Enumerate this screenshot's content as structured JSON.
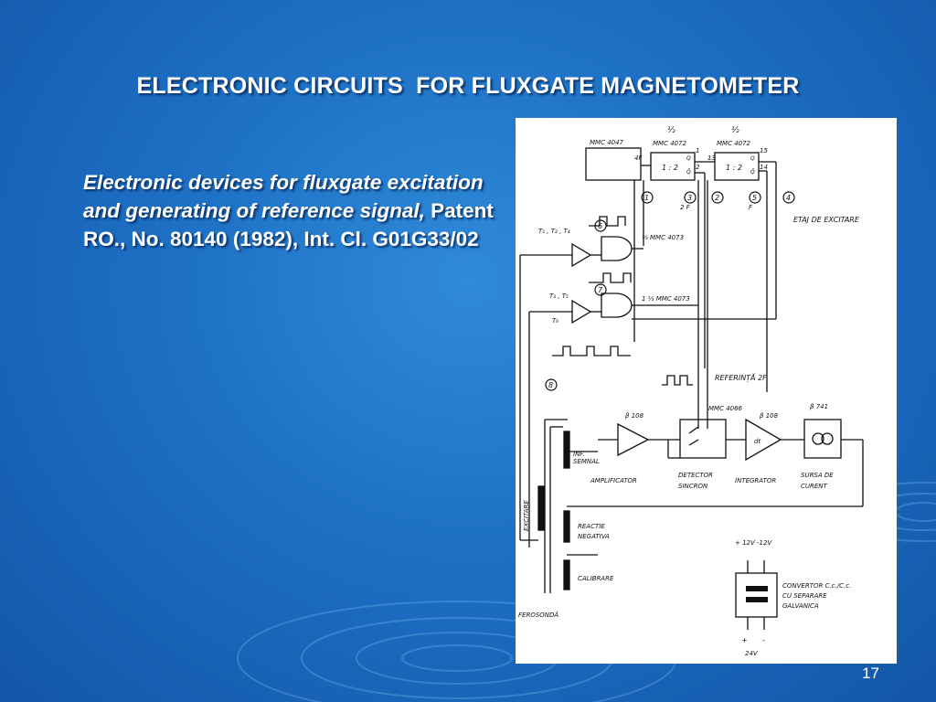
{
  "slide": {
    "title": "ELECTRONIC CIRCUITS  FOR FLUXGATE MAGNETOMETER",
    "page_number": "17"
  },
  "body": {
    "italic_text": "Electronic devices for fluxgate excitation and generating of reference signal, ",
    "plain_text": "Patent RO., No. 80140 (1982), Int. Cl. G01G33/02"
  },
  "colors": {
    "background": "#1d70c4",
    "title": "#ffffff",
    "text": "#ffffff"
  },
  "circuit": {
    "ic_mmc4047": "MMC 4047",
    "half_1": "½",
    "half_2": "½",
    "ic_mmc4072_a": "MMC 4072",
    "ic_mmc4072_b": "MMC 4072",
    "ratio_a": "1 : 2",
    "ratio_b": "1 : 2",
    "pin_4f": "4F",
    "pin_1": "1",
    "pin_2": "2",
    "pin_13": "13",
    "pin_15": "15",
    "pin_14": "14",
    "q_a": "Q",
    "qbar_a": "Q̄",
    "q_b": "Q",
    "qbar_b": "Q̄",
    "node_1": "1",
    "node_2": "2",
    "node_3": "3",
    "node_4": "4",
    "node_5": "5",
    "node_6": "6",
    "node_7": "7",
    "node_8": "8",
    "freq_2f": "2 F",
    "freq_f": "F",
    "etaj": "ETAJ  DE  EXCITARE",
    "transistors_a": "T₁ , T₂ , T₄",
    "gate_a": "⅓ MMC 4073",
    "transistors_b": "T₃ , T₅",
    "transistor_t6": "T₆",
    "gate_b": "1 ⅓ MMC 4073",
    "referinta": "REFERINȚĂ  2F",
    "mmc4066": "MMC 4066",
    "b108_a": "β 108",
    "b108_b": "β 108",
    "b741": "β 741",
    "dt": "dt",
    "inf": "INF.",
    "semnal": "SEMNAL",
    "amplificator": "AMPLIFICATOR",
    "detector": "DETECTOR",
    "sincron": "SINCRON",
    "integrator": "INTEGRATOR",
    "sursa": "SURSA  DE",
    "curent": "CURENT",
    "excitare": "EXCITARE",
    "reactie": "REACTIE",
    "negativa": "NEGATIVA",
    "calibrare": "CALIBRARE",
    "ferosonda": "FEROSONDĂ",
    "supply": "+ 12V  -12V",
    "convertor_1": "CONVERTOR  C.c./C.c.",
    "convertor_2": "CU  SEPARARE",
    "convertor_3": "GALVANICA",
    "plus": "+",
    "minus": "-",
    "v24": "24V"
  }
}
